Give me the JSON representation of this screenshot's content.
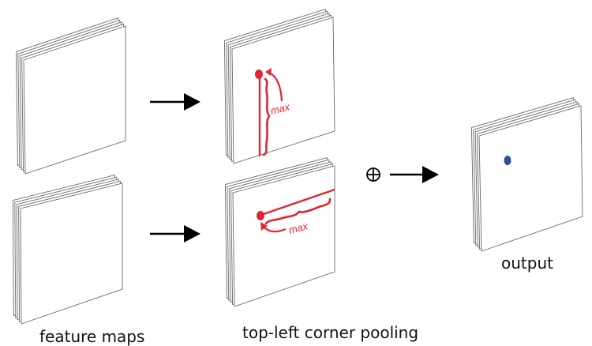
{
  "title": "Top-left corner pooling diagram",
  "labels": {
    "feature_maps": "feature maps",
    "pooling": "top-left corner pooling",
    "output": "output",
    "max_vertical": "max",
    "max_horizontal": "max",
    "combine_symbol": "⊕"
  },
  "colors": {
    "pool_mark": "#e0262f",
    "output_dot": "#2e4fa0",
    "arrow": "#000000",
    "sheet_edge": "#6a6a6a"
  },
  "stacks": [
    {
      "id": "feature-map-top",
      "sheets": 5
    },
    {
      "id": "feature-map-bottom",
      "sheets": 5
    },
    {
      "id": "pooled-vertical",
      "sheets": 5
    },
    {
      "id": "pooled-horizontal",
      "sheets": 5
    },
    {
      "id": "output",
      "sheets": 5
    }
  ]
}
